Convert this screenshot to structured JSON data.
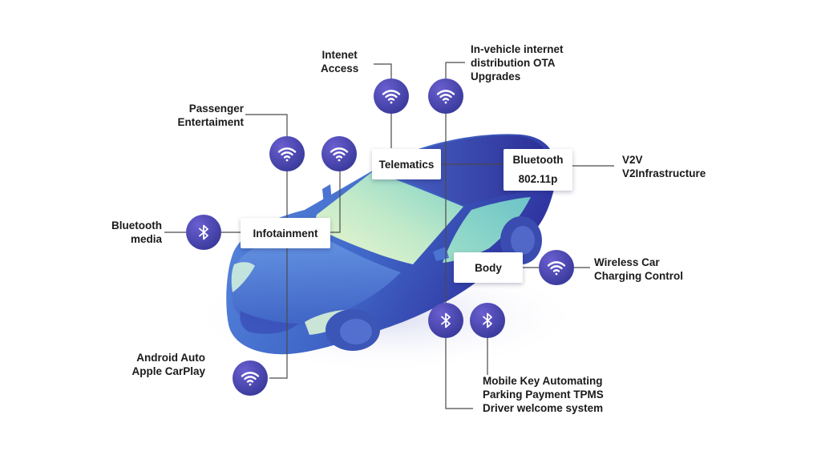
{
  "colors": {
    "icon_bg_start": "#6a5fd0",
    "icon_bg_end": "#2b2f8c",
    "car_body_light": "#5b8de0",
    "car_body_dark": "#2e2f9c",
    "windshield_light": "#eaf6c9",
    "windshield_mid": "#8fd7c4",
    "connector_line": "#4a4a4a",
    "label_text": "#1a1a1a"
  },
  "boxes": {
    "telematics": "Telematics",
    "bluetooth_title": "Bluetooth",
    "bluetooth_sub": "802.11p",
    "infotainment": "Infotainment",
    "body": "Body"
  },
  "labels": {
    "internet_access": [
      "Intenet",
      "Access"
    ],
    "ota": [
      "In-vehicle internet",
      "distribution OTA",
      "Upgrades"
    ],
    "passenger_entertainment": [
      "Passenger",
      "Entertaiment"
    ],
    "v2v": [
      "V2V",
      "V2Infrastructure"
    ],
    "bluetooth_media": [
      "Bluetooth",
      "media"
    ],
    "wireless_charging": [
      "Wireless Car",
      "Charging Control"
    ],
    "android_auto": [
      "Android Auto",
      "Apple CarPlay"
    ],
    "mobile_key": [
      "Mobile Key Automating",
      "Parking Payment TPMS",
      "Driver welcome system"
    ]
  },
  "icons": {
    "internet_access": "wifi-icon",
    "ota": "wifi-icon",
    "passenger_entertainment": "wifi-icon",
    "telematics_input": "wifi-icon",
    "bluetooth_media": "bluetooth-icon",
    "wireless_charging": "wifi-icon",
    "android_auto": "wifi-icon",
    "mobile_key_1": "bluetooth-icon",
    "mobile_key_2": "bluetooth-icon"
  }
}
